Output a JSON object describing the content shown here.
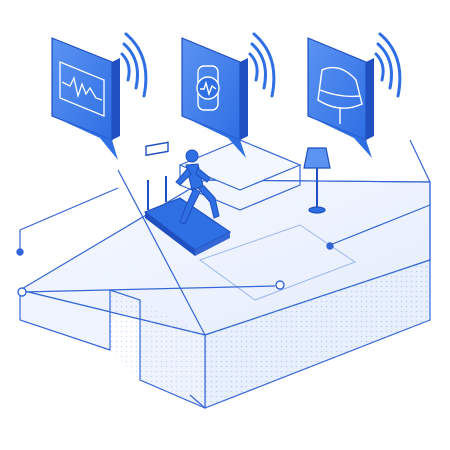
{
  "illustration": {
    "subject": "smart-home-sensing",
    "palette": {
      "primary": "#2f6fe4",
      "primary_dark": "#1f4fc0",
      "primary_light": "#5b93f2",
      "outline": "#3566d6",
      "floor": "#eef3fd",
      "wall": "#dfe8fb",
      "dots": "#9db8ef"
    },
    "panels": [
      {
        "icon": "waveform-icon"
      },
      {
        "icon": "smartwatch-icon"
      },
      {
        "icon": "lamp-shade-icon"
      }
    ],
    "objects": [
      "treadmill",
      "running-person",
      "floor-lamp",
      "bed-frame",
      "wall-sensors"
    ]
  }
}
